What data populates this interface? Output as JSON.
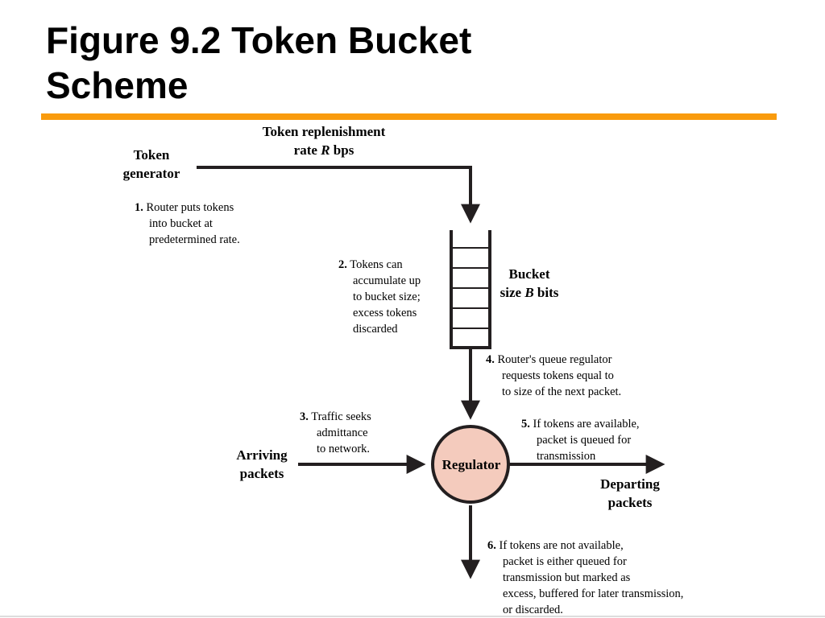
{
  "title": {
    "line1": "Figure 9.2 Token Bucket",
    "line2": "Scheme"
  },
  "colors": {
    "accent_rule": "#f99b0d",
    "regulator_fill": "#f4cbbd",
    "stroke": "#231f20"
  },
  "diagram": {
    "token_generator": [
      "Token",
      "generator"
    ],
    "replenishment": [
      "Token replenishment",
      "rate ",
      "R",
      " bps"
    ],
    "bucket": [
      "Bucket",
      "size ",
      "B",
      " bits"
    ],
    "regulator": "Regulator",
    "arriving": [
      "Arriving",
      "packets"
    ],
    "departing": [
      "Departing",
      "packets"
    ],
    "step1": {
      "num": "1.",
      "lines": [
        "Router puts tokens",
        "into bucket at",
        "predetermined rate."
      ]
    },
    "step2": {
      "num": "2.",
      "lines": [
        "Tokens can",
        "accumulate up",
        "to bucket size;",
        "excess tokens",
        "discarded"
      ]
    },
    "step3": {
      "num": "3.",
      "lines": [
        "Traffic seeks",
        "admittance",
        "to network."
      ]
    },
    "step4": {
      "num": "4.",
      "lines": [
        "Router's queue regulator",
        "requests tokens equal to",
        "to size of the next packet."
      ]
    },
    "step5": {
      "num": "5.",
      "lines": [
        "If tokens are available,",
        "packet is queued for",
        "transmission"
      ]
    },
    "step6": {
      "num": "6.",
      "lines": [
        "If tokens are not available,",
        "packet is either queued for",
        "transmission but marked as",
        "excess, buffered for later transmission,",
        "or discarded."
      ]
    }
  }
}
